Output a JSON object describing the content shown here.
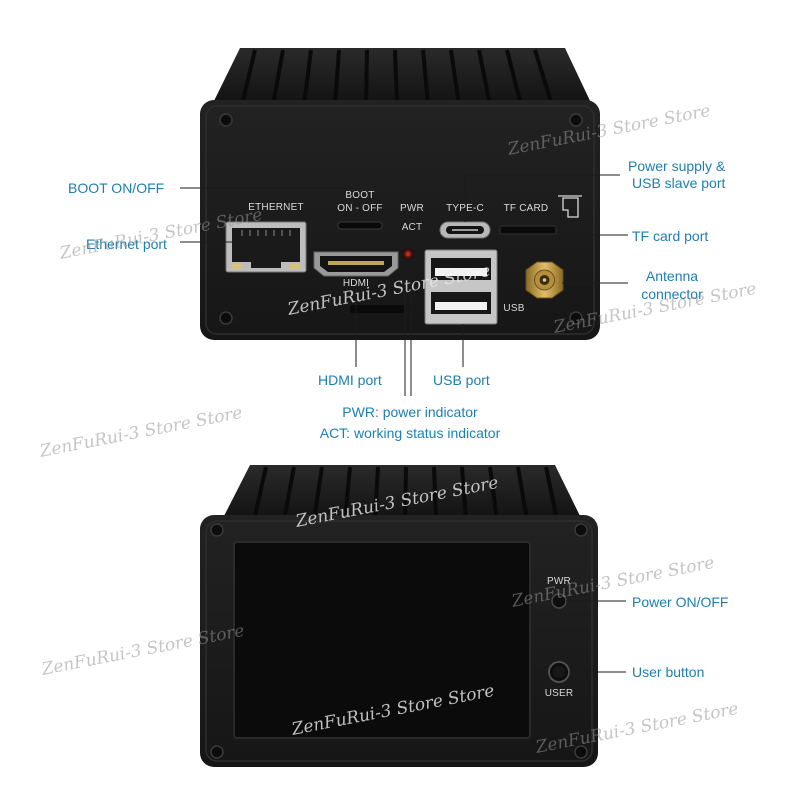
{
  "top_device": {
    "silkscreen": {
      "ethernet": "ETHERNET",
      "boot_line1": "BOOT",
      "boot_line2": "ON - OFF",
      "pwr": "PWR",
      "act": "ACT",
      "type_c": "TYPE-C",
      "tf_card": "TF CARD",
      "hdmi": "HDMI",
      "usb": "USB"
    },
    "callouts": {
      "boot": "BOOT ON/OFF",
      "ethernet": "Ethernet port",
      "power_line1": "Power supply &",
      "power_line2": "USB slave port",
      "tf_card": "TF card port",
      "antenna_line1": "Antenna",
      "antenna_line2": "connector",
      "hdmi": "HDMI port",
      "usb": "USB port",
      "pwr_indicator": "PWR: power indicator",
      "act_indicator": "ACT: working status indicator"
    }
  },
  "bottom_device": {
    "silkscreen": {
      "pwr": "PWR",
      "user": "USER"
    },
    "callouts": {
      "power": "Power ON/OFF",
      "user_button": "User button"
    }
  },
  "watermarks": [
    "ZenFuRui-3 Store Store",
    "ZenFuRui-3 Store Store",
    "ZenFuRui-3 Store Store",
    "ZenFuRui-3 Store Store",
    "ZenFuRui-3 Store Store",
    "ZenFuRui-3 Store Store",
    "ZenFuRui-3 Store Store",
    "ZenFuRui-3 Store Store",
    "ZenFuRui-3 Store Store",
    "ZenFuRui-3 Store Store"
  ],
  "colors": {
    "callout_text": "#1d7fb0",
    "case_body": "#1b1b1b",
    "screen": "#0b0b0b",
    "antenna_gold": "#c9a24a",
    "led_red": "#c0241c"
  }
}
